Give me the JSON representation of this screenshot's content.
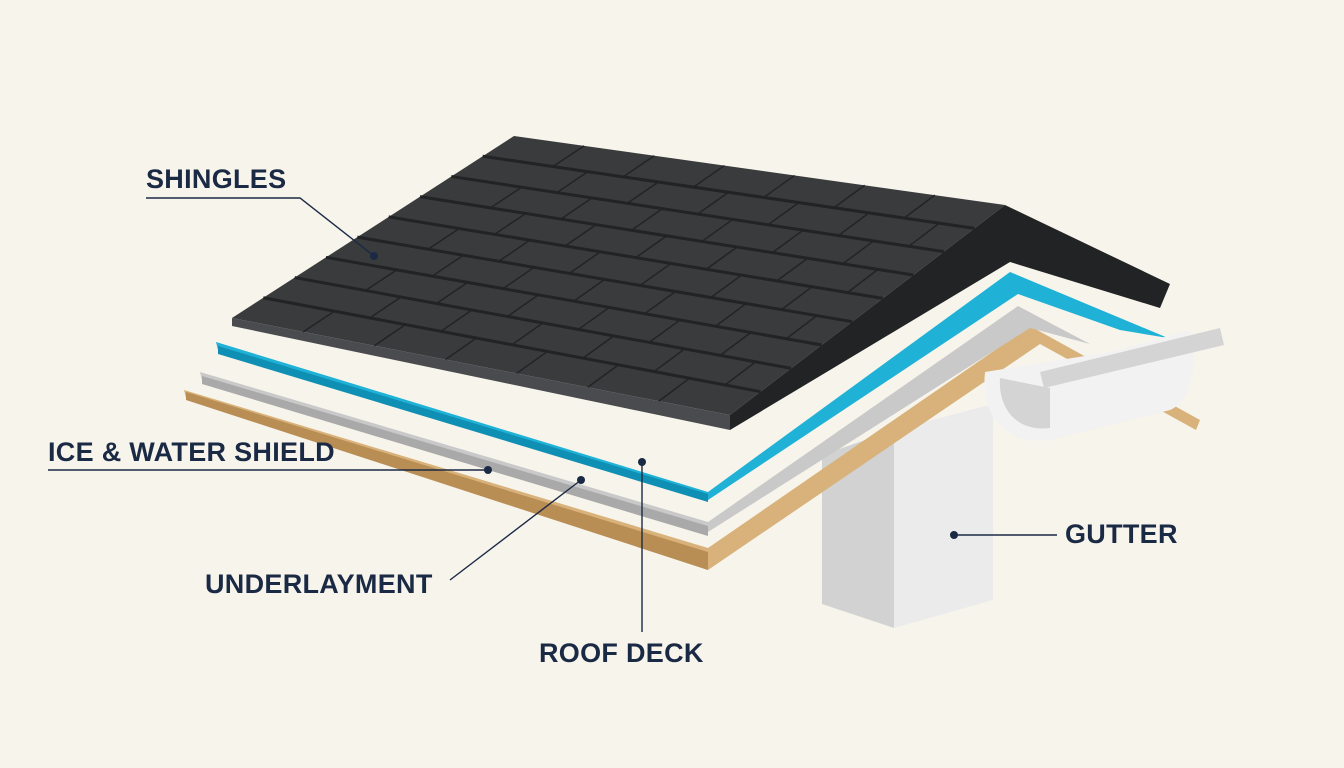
{
  "colors": {
    "background": "#f7f4ec",
    "label_text": "#1b2a44",
    "leader_line": "#1b2a44",
    "shingle_dark": "#3a3b3d",
    "shingle_light": "#4a4b4e",
    "shingle_grout": "#222325",
    "ice_water_shield": "#1fb2d6",
    "ice_water_shield_dark": "#0f8fb3",
    "underlayment": "#c9c9c9",
    "underlayment_dark": "#a9a9a9",
    "roof_deck": "#d8b27a",
    "roof_deck_dark": "#b98e55",
    "gutter": "#f2f2f2",
    "gutter_shade": "#d4d4d4",
    "fascia": "#ebebeb",
    "fascia_shade": "#d2d2d2"
  },
  "labels": {
    "shingles": "SHINGLES",
    "ice_water_shield": "ICE & WATER SHIELD",
    "underlayment": "UNDERLAYMENT",
    "roof_deck": "ROOF DECK",
    "gutter": "GUTTER"
  }
}
